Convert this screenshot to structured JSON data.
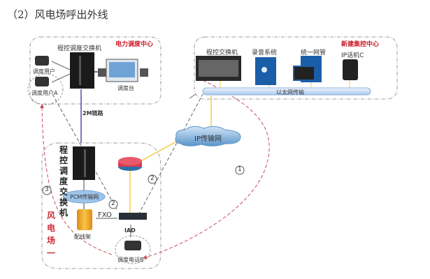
{
  "title": "（2）风电场呼出外线",
  "zones": {
    "dispatch_center": {
      "label": "电力调度中心",
      "color": "#cc1f2a"
    },
    "control_center": {
      "label": "新建集控中心",
      "color": "#cc1f2a"
    },
    "wind_farm": {
      "label": "风电场一",
      "color": "#cc2e3a"
    }
  },
  "devices": {
    "dispatch_switch": "程控调度交换机",
    "dispatch_user": "调度用户",
    "dispatch_user_a": "调度用户A",
    "dispatch_console": "调度台",
    "pbx": "程控交换机",
    "recording": "录音系统",
    "nms": "统一网管",
    "ip_phone_c": "IP话机C",
    "ethernet": "以太网传输",
    "link_2m": "2M链路",
    "ip_network": "IP传输网",
    "farm_switch": "程控调度交换机",
    "pcm_network": "PCM传输网",
    "fxo": "FXO",
    "distribution_frame": "配线架",
    "iad": "IAD",
    "dispatch_phone_b": "调度电话B"
  },
  "markers": {
    "m1": "1",
    "m2a": "2",
    "m2b": "2",
    "m3": "3"
  },
  "colors": {
    "dashed_red": "#c94a5a",
    "yellow_link": "#f2cc4b",
    "blue_link": "#4b4ea8",
    "zone_border": "#9a9a9a"
  }
}
